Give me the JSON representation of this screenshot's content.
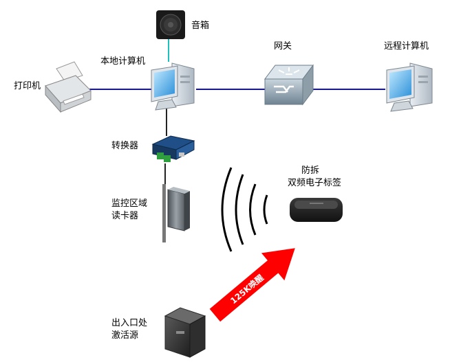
{
  "labels": {
    "speaker": "音箱",
    "local_pc": "本地计算机",
    "gateway": "网关",
    "remote_pc": "远程计算机",
    "printer": "打印机",
    "converter": "转换器",
    "tag_line1": "防拆",
    "tag_line2": "双频电子标签",
    "reader_line1": "监控区域",
    "reader_line2": "读卡器",
    "activator_line1": "出入口处",
    "activator_line2": "激活源",
    "wake_arrow": "125K唤醒"
  },
  "colors": {
    "network_line": "#1010c8",
    "speaker_line": "#1fbfbf",
    "arrow_red": "#ff0000",
    "arrow_text": "#ffffff"
  },
  "icons": [
    "speaker-icon",
    "printer-icon",
    "local-computer-icon",
    "gateway-router-icon",
    "remote-computer-icon",
    "converter-icon",
    "reader-antenna-icon",
    "rfid-tag-icon",
    "activator-icon",
    "radio-wave-icon"
  ]
}
